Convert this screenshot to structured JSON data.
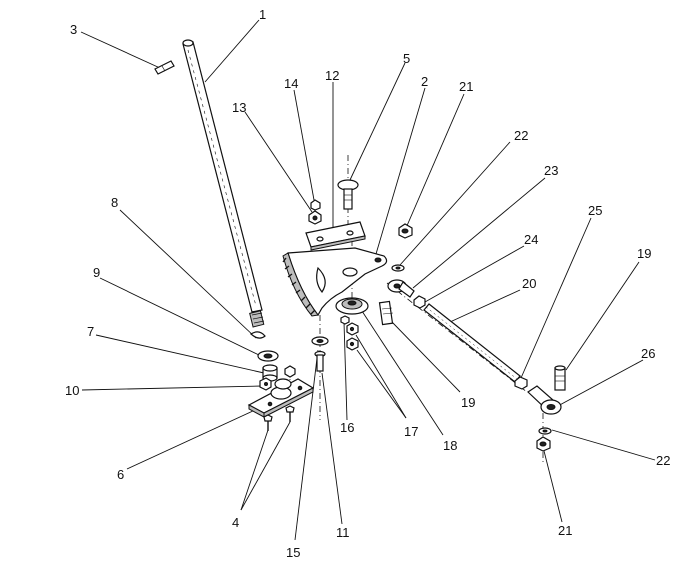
{
  "diagram": {
    "callouts": [
      {
        "id": "c1",
        "text": "1"
      },
      {
        "id": "c3",
        "text": "3"
      },
      {
        "id": "c5",
        "text": "5"
      },
      {
        "id": "c12",
        "text": "12"
      },
      {
        "id": "c14",
        "text": "14"
      },
      {
        "id": "c2",
        "text": "2"
      },
      {
        "id": "c21a",
        "text": "21"
      },
      {
        "id": "c13",
        "text": "13"
      },
      {
        "id": "c22a",
        "text": "22"
      },
      {
        "id": "c23",
        "text": "23"
      },
      {
        "id": "c8",
        "text": "8"
      },
      {
        "id": "c25",
        "text": "25"
      },
      {
        "id": "c24",
        "text": "24"
      },
      {
        "id": "c19a",
        "text": "19"
      },
      {
        "id": "c9",
        "text": "9"
      },
      {
        "id": "c20",
        "text": "20"
      },
      {
        "id": "c7",
        "text": "7"
      },
      {
        "id": "c26",
        "text": "26"
      },
      {
        "id": "c10",
        "text": "10"
      },
      {
        "id": "c19b",
        "text": "19"
      },
      {
        "id": "c16",
        "text": "16"
      },
      {
        "id": "c17",
        "text": "17"
      },
      {
        "id": "c18",
        "text": "18"
      },
      {
        "id": "c22b",
        "text": "22"
      },
      {
        "id": "c6",
        "text": "6"
      },
      {
        "id": "c4",
        "text": "4"
      },
      {
        "id": "c11",
        "text": "11"
      },
      {
        "id": "c21b",
        "text": "21"
      },
      {
        "id": "c15",
        "text": "15"
      }
    ]
  }
}
